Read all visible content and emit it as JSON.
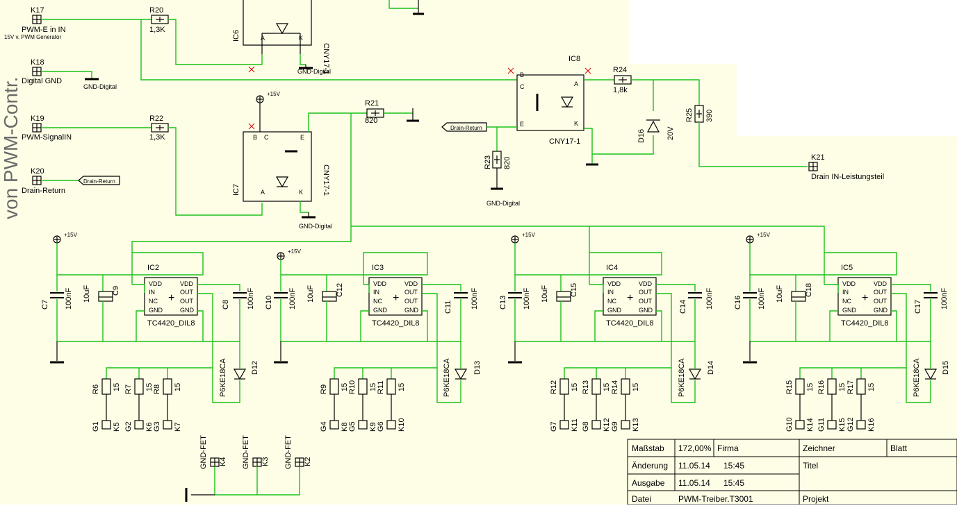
{
  "title": "von PWM-Contr.",
  "connectors": {
    "k17": {
      "ref": "K17",
      "label": "PWM-E in IN",
      "sub": "15V v. PWM Generator"
    },
    "k18": {
      "ref": "K18",
      "label": "Digital GND"
    },
    "k19": {
      "ref": "K19",
      "label": "PWM-SignalIN"
    },
    "k20": {
      "ref": "K20",
      "label": "Drain-Return"
    },
    "k21": {
      "ref": "K21",
      "label": "Drain IN-Leistungsteil"
    },
    "k2": "K2",
    "k3": "K3",
    "k4": "K4",
    "k5": "K5",
    "k6": "K6",
    "k7": "K7",
    "k8": "K8",
    "k9": "K9",
    "k10": "K10",
    "k11": "K11",
    "k12": "K12",
    "k13": "K13",
    "k14": "K14",
    "k15": "K15",
    "k16": "K16"
  },
  "resistors": {
    "r20": {
      "ref": "R20",
      "val": "1,3K"
    },
    "r21": {
      "ref": "R21",
      "val": "820"
    },
    "r22": {
      "ref": "R22",
      "val": "1,3K"
    },
    "r23": {
      "ref": "R23",
      "val": "820"
    },
    "r24": {
      "ref": "R24",
      "val": "1,8k"
    },
    "r25": {
      "ref": "R25",
      "val": "390"
    },
    "gate": [
      "R6",
      "R7",
      "R8",
      "R9",
      "R10",
      "R11",
      "R12",
      "R13",
      "R14",
      "R15",
      "R16",
      "R17"
    ],
    "gate_val": "15"
  },
  "optos": {
    "ic6": "IC6",
    "ic7": "IC7",
    "ic8": "IC8",
    "type": "CNY17-1"
  },
  "drivers": {
    "names": [
      "IC2",
      "IC3",
      "IC4",
      "IC5"
    ],
    "type": "TC4420_DIL8",
    "pins": [
      "VDD",
      "IN",
      "NC",
      "GND",
      "VDD",
      "OUT",
      "OUT",
      "GND"
    ]
  },
  "caps": {
    "c7": "C7",
    "c8": "C8",
    "c9": "C9",
    "c10": "C10",
    "c11": "C11",
    "c12": "C12",
    "c13": "C13",
    "c14": "C14",
    "c15": "C15",
    "c16": "C16",
    "c17": "C17",
    "c18": "C18",
    "v100n": "100nF",
    "v10u": "10uF"
  },
  "diodes": {
    "d12": "D12",
    "d13": "D13",
    "d14": "D14",
    "d15": "D15",
    "d16": "D16",
    "tvs": "P6KE18CA",
    "zener": "20V"
  },
  "nets": {
    "gnd_digital": "GND-Digital",
    "gnd_fet": "GND-FET",
    "plus15": "+15V",
    "drain_return": "Drain-Return"
  },
  "pin_letters": {
    "a": "A",
    "k": "K",
    "b": "B",
    "c": "C",
    "e": "E"
  },
  "gate_labels": [
    "G1",
    "G2",
    "G3",
    "G4",
    "G5",
    "G6",
    "G7",
    "G8",
    "G9",
    "G10",
    "G11",
    "G12"
  ],
  "title_block": {
    "massstab_label": "Maßstab",
    "massstab_val": "172,00%",
    "firma": "Firma",
    "zeichner": "Zeichner",
    "blatt": "Blatt",
    "aenderung_label": "Änderung",
    "aenderung_date": "11.05.14",
    "aenderung_time": "15:45",
    "titel": "Titel",
    "ausgabe_label": "Ausgabe",
    "ausgabe_date": "11.05.14",
    "ausgabe_time": "15:45",
    "datei_label": "Datei",
    "datei_val": "PWM-Treiber.T3001",
    "projekt": "Projekt"
  },
  "colors": {
    "wire": "#19c119",
    "paper": "#fefde6",
    "pin": "#d00000"
  }
}
